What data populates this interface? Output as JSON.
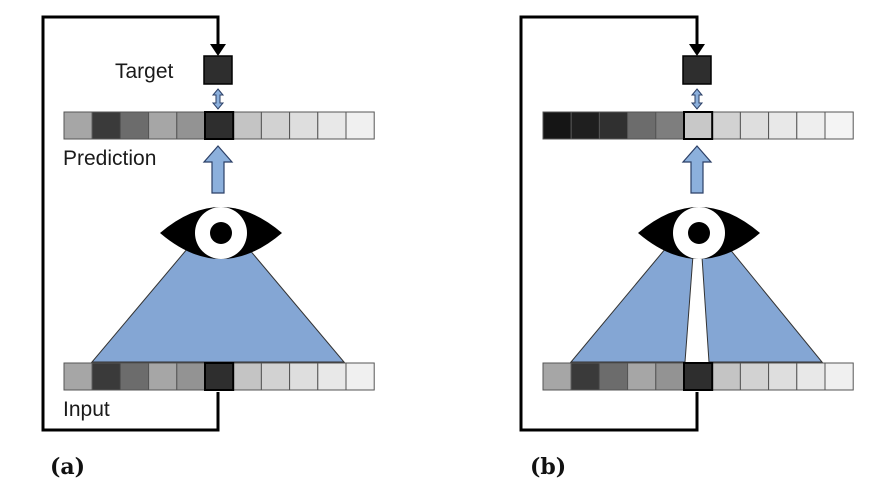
{
  "panels": [
    {
      "caption": "(a)",
      "target_label": "Target",
      "prediction_label": "Prediction",
      "input_label": "Input",
      "masked_center": false,
      "prediction_cells": [
        "#a6a6a6",
        "#3a3a3a",
        "#6c6c6c",
        "#a6a6a6",
        "#939393",
        "#2e2e2e",
        "#c4c4c4",
        "#d2d2d2",
        "#dedede",
        "#e8e8e8",
        "#f0f0f0"
      ],
      "input_cells": [
        "#a6a6a6",
        "#3a3a3a",
        "#6c6c6c",
        "#a6a6a6",
        "#939393",
        "#2e2e2e",
        "#c4c4c4",
        "#d2d2d2",
        "#dedede",
        "#e8e8e8",
        "#f0f0f0"
      ]
    },
    {
      "caption": "(b)",
      "target_label": "",
      "prediction_label": "",
      "input_label": "",
      "masked_center": true,
      "prediction_cells": [
        "#151515",
        "#1f1f1f",
        "#303030",
        "#6c6c6c",
        "#7e7e7e",
        "#c8c8c8",
        "#d2d2d2",
        "#dedede",
        "#e8e8e8",
        "#eeeeee",
        "#f4f4f4"
      ],
      "input_cells": [
        "#a6a6a6",
        "#3a3a3a",
        "#6c6c6c",
        "#a6a6a6",
        "#939393",
        "#2e2e2e",
        "#c4c4c4",
        "#d2d2d2",
        "#dedede",
        "#e8e8e8",
        "#f0f0f0"
      ]
    }
  ],
  "colors": {
    "field_of_view": "#84a6d4",
    "arrow_fill": "#8cb0dc",
    "target_cell": "#2e2e2e",
    "line": "#000000",
    "eye": "#000000"
  }
}
